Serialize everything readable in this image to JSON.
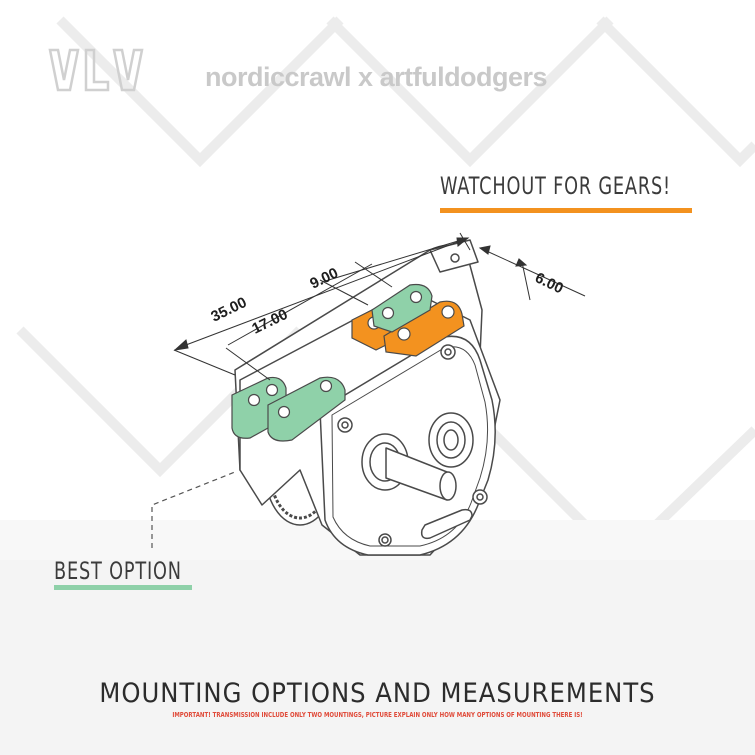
{
  "brand": {
    "logo_text": "VLV",
    "collab": "nordiccrawl x artfuldodgers"
  },
  "callouts": {
    "warning": "WATCHOUT FOR GEARS!",
    "best": "BEST OPTION"
  },
  "dimensions": {
    "d1": "35.00",
    "d2": "17.00",
    "d3": "9.00",
    "d4": "6.00"
  },
  "footer": {
    "title": "MOUNTING OPTIONS AND MEASUREMENTS",
    "note": "IMPORTANT! TRANSMISSION INCLUDE ONLY TWO MOUNTINGS, PICTURE EXPLAIN ONLY HOW MANY OPTIONS OF MOUNTING THERE IS!"
  },
  "colors": {
    "orange": "#f3921f",
    "green": "#8fd1a9",
    "outline": "#4a4a4a",
    "accent_red": "#e04b3a"
  }
}
